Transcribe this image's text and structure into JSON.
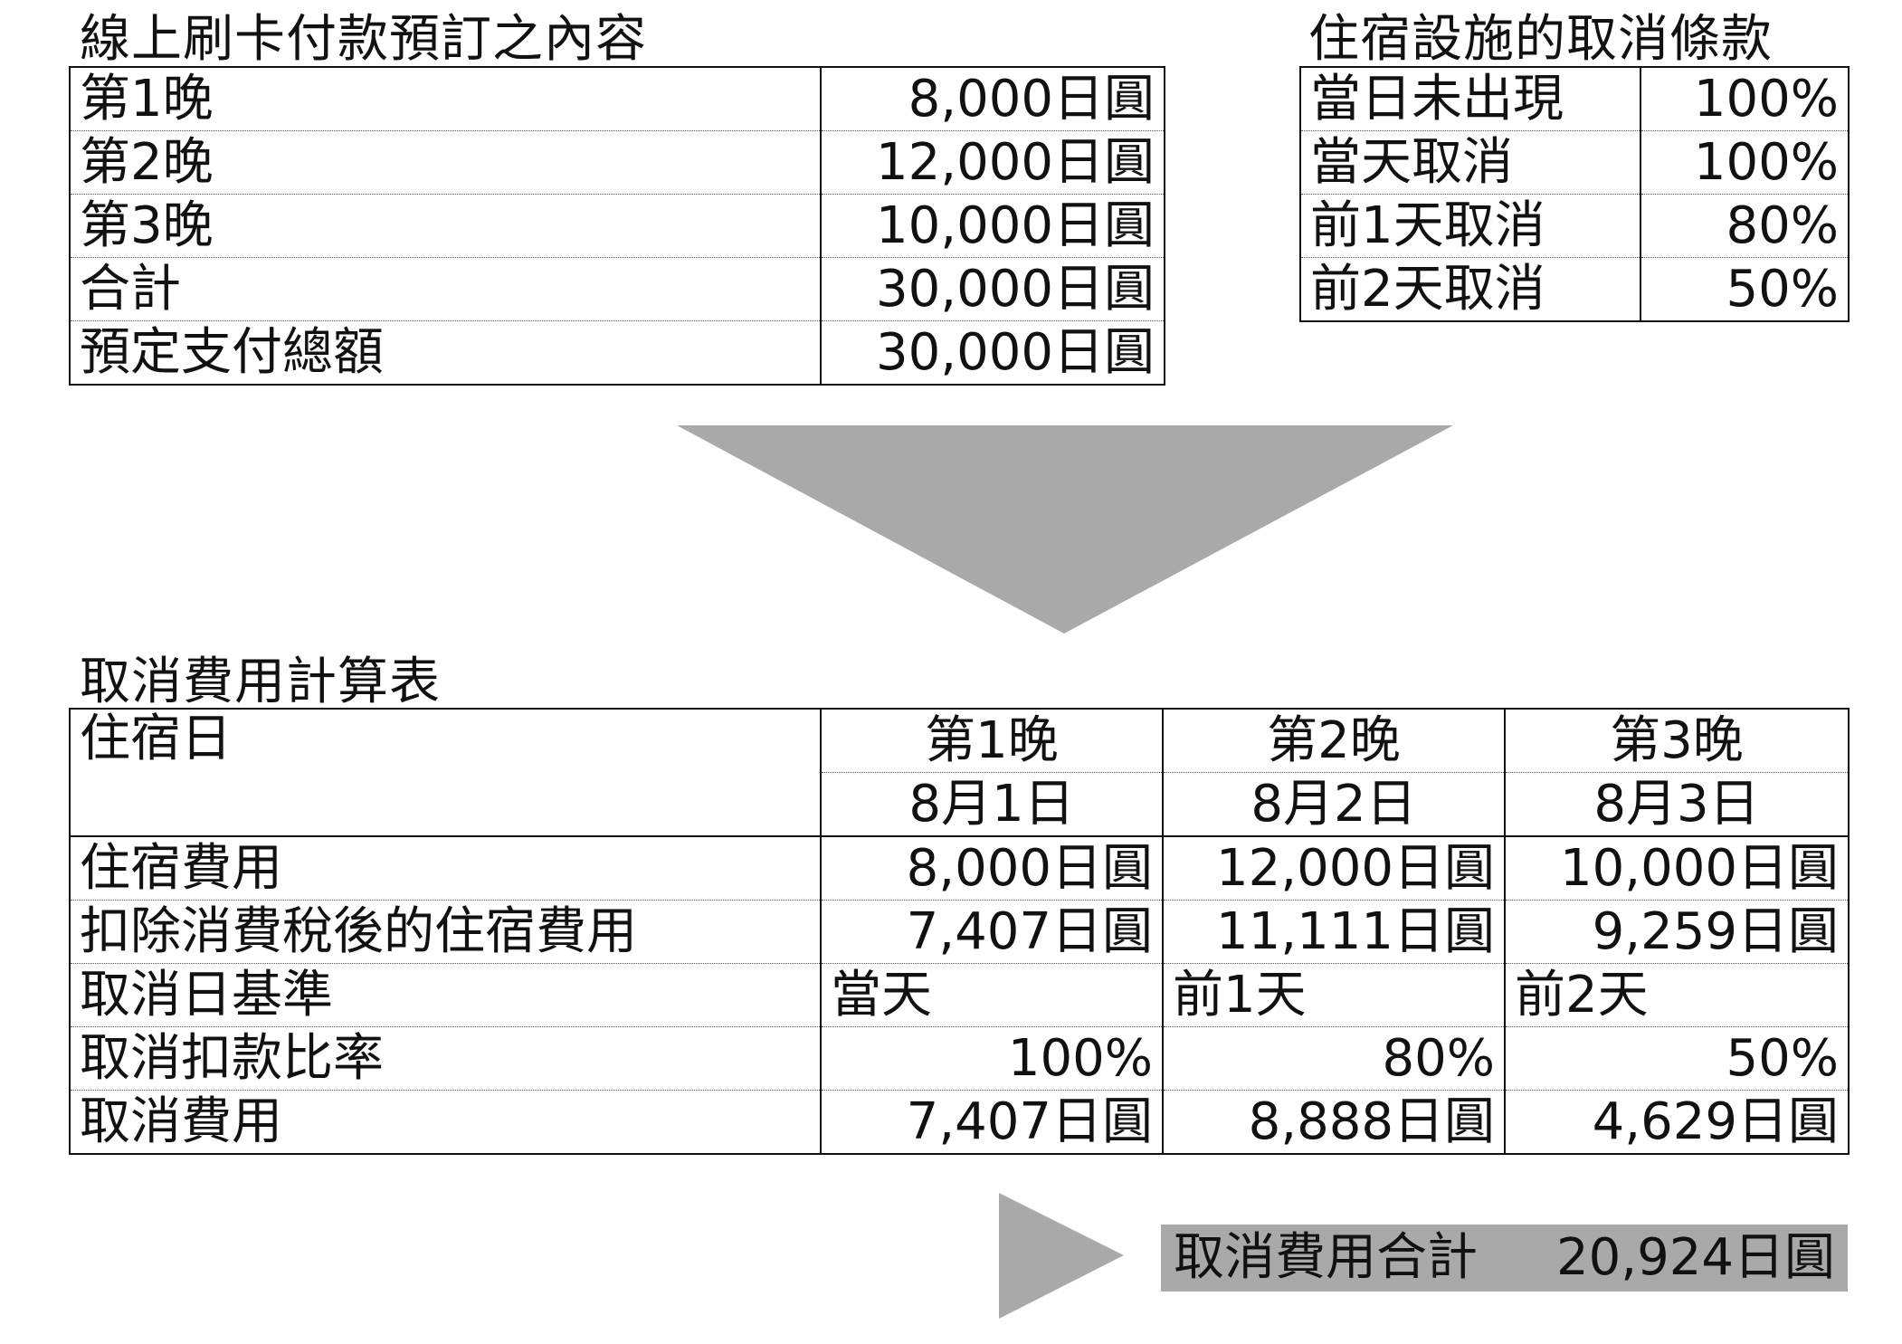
{
  "booking": {
    "title": "線上刷卡付款預訂之內容",
    "rows": [
      {
        "label": "第1晚",
        "amount": "8,000日圓"
      },
      {
        "label": "第2晚",
        "amount": "12,000日圓"
      },
      {
        "label": "第3晚",
        "amount": "10,000日圓"
      },
      {
        "label": "合計",
        "amount": "30,000日圓"
      },
      {
        "label": "預定支付總額",
        "amount": "30,000日圓"
      }
    ]
  },
  "policy": {
    "title": "住宿設施的取消條款",
    "rows": [
      {
        "label": "當日未出現",
        "rate": "100%"
      },
      {
        "label": "當天取消",
        "rate": "100%"
      },
      {
        "label": "前1天取消",
        "rate": "80%"
      },
      {
        "label": "前2天取消",
        "rate": "50%"
      }
    ]
  },
  "calc": {
    "title": "取消費用計算表",
    "stay_label": "住宿日",
    "nights": [
      {
        "night": "第1晚",
        "date": "8月1日",
        "fee": "8,000日圓",
        "fee_ex_tax": "7,407日圓",
        "basis": "當天",
        "rate": "100%",
        "cancel_fee": "7,407日圓"
      },
      {
        "night": "第2晚",
        "date": "8月2日",
        "fee": "12,000日圓",
        "fee_ex_tax": "11,111日圓",
        "basis": "前1天",
        "rate": "80%",
        "cancel_fee": "8,888日圓"
      },
      {
        "night": "第3晚",
        "date": "8月3日",
        "fee": "10,000日圓",
        "fee_ex_tax": "9,259日圓",
        "basis": "前2天",
        "rate": "50%",
        "cancel_fee": "4,629日圓"
      }
    ],
    "row_labels": {
      "fee": "住宿費用",
      "fee_ex_tax": "扣除消費稅後的住宿費用",
      "basis": "取消日基準",
      "rate": "取消扣款比率",
      "cancel_fee": "取消費用"
    }
  },
  "total": {
    "label": "取消費用合計",
    "value": "20,924日圓"
  },
  "colors": {
    "arrow": "#a9a9a9",
    "total_bg": "#a9a9a9"
  }
}
